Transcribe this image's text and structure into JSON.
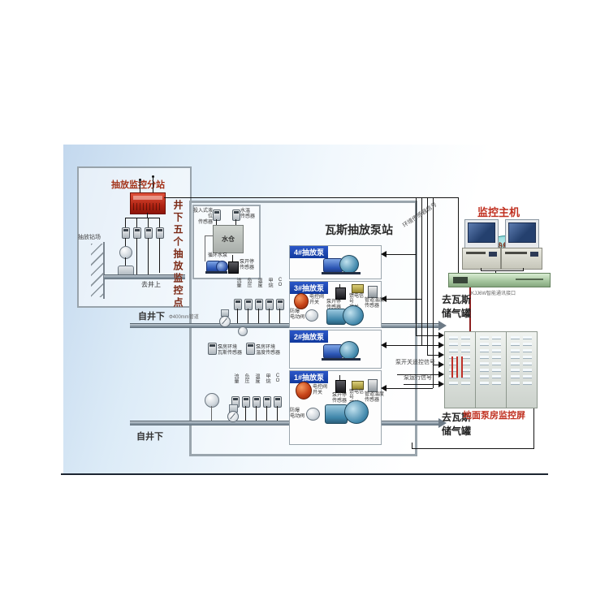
{
  "station": {
    "title": "抽放监控分站",
    "wall_label": "抽放钻场",
    "to_surface_label": "去井上",
    "vertical_note": "井下五个抽放监控点"
  },
  "pump_station": {
    "title": "瓦斯抽放泵站",
    "water": {
      "level_sensor": "投入式液位\n传感器",
      "temp_sensor": "水温\n传感器",
      "tank_label": "水仓",
      "pump_label": "循环水泵",
      "onoff_sensor": "泵开停\n传感器"
    },
    "env": {
      "gas": "泵房环境\n瓦斯传感器",
      "temp": "泵房环境\n温度传感器"
    },
    "pipe_sensor_labels": [
      "流量",
      "负压",
      "温度",
      "甲烷",
      "CO"
    ],
    "units": [
      {
        "label": "4#抽放泵"
      },
      {
        "label": "3#抽放泵"
      },
      {
        "label": "2#抽放泵"
      },
      {
        "label": "1#抽放泵"
      }
    ],
    "devices": {
      "valve_switch": "电控阀\n开关",
      "onoff_sensor": "泵开停\n传感器",
      "feed_switch": "馈电信号\n开关",
      "pipe_temp": "管道温度\n传感器",
      "ex_valve": "防爆\n电动阀"
    }
  },
  "pipes": {
    "from_top": "自井下",
    "from_bottom": "自井下",
    "note": "Φ400mm管道",
    "to_tank_line1": "去瓦斯",
    "to_tank_line2": "储气罐"
  },
  "control": {
    "host_title": "监控主机",
    "hot_backup": "热备份",
    "comm_label": "KJJ6W智能通讯接口",
    "cabinet_label": "地面泵房监控屏"
  },
  "wires": {
    "env_signal": "环境传感器信号",
    "switch_signal": "泵开关遥控信号",
    "run_signal": "泵运行信号"
  },
  "colors": {
    "accent_blue_banner": "#123a9e",
    "accent_red_title": "#a33218",
    "pipe_gray": "#8494a0",
    "device_red": "#c74418",
    "pump_blue": "#2b55b4",
    "pump_teal": "#3f86aa",
    "comm_green": "#a3c49c"
  }
}
